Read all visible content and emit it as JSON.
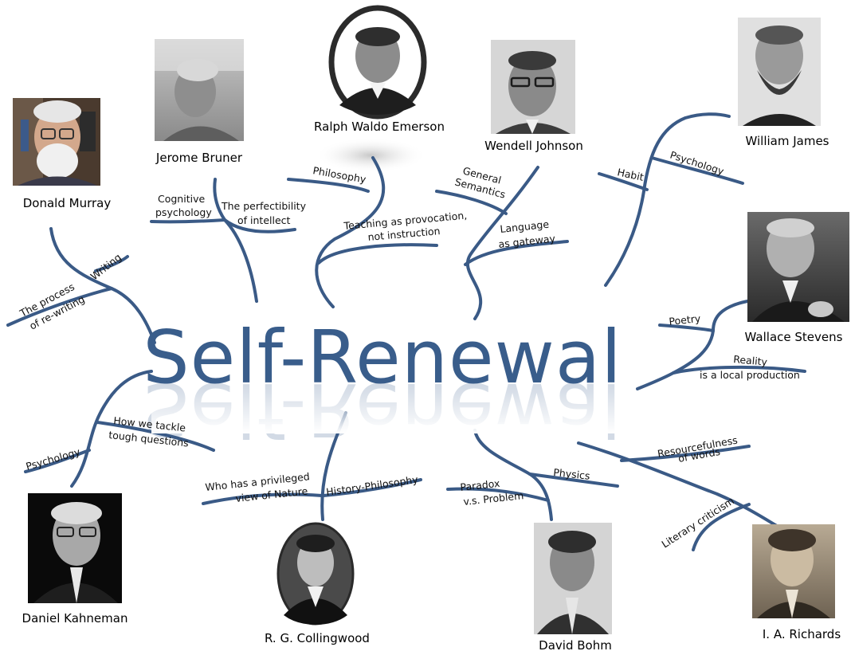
{
  "title": "Self-Renewal",
  "people": [
    {
      "id": "donald-murray",
      "name": "Donald Murray"
    },
    {
      "id": "jerome-bruner",
      "name": "Jerome Bruner"
    },
    {
      "id": "ralph-waldo-emerson",
      "name": "Ralph Waldo Emerson"
    },
    {
      "id": "wendell-johnson",
      "name": "Wendell Johnson"
    },
    {
      "id": "william-james",
      "name": "William James"
    },
    {
      "id": "wallace-stevens",
      "name": "Wallace Stevens"
    },
    {
      "id": "daniel-kahneman",
      "name": "Daniel Kahneman"
    },
    {
      "id": "rg-collingwood",
      "name": "R. G. Collingwood"
    },
    {
      "id": "david-bohm",
      "name": "David Bohm"
    },
    {
      "id": "ia-richards",
      "name": "I. A. Richards"
    }
  ],
  "labels": {
    "writing": "Writing",
    "process": "The process",
    "rewriting": "of re-writing",
    "cognitive": "Cognitive",
    "psychology_cog": "psychology",
    "perfectibility": "The perfectibility",
    "of_intellect": "of intellect",
    "philosophy": "Philosophy",
    "teaching": "Teaching as provocation,",
    "not_instruction": "not instruction",
    "general": "General",
    "semantics": "Semantics",
    "language": "Language",
    "as_gateway": "as gateway",
    "habit": "Habit",
    "psychology_james": "Psychology",
    "poetry": "Poetry",
    "reality": "Reality",
    "local_production": "is a local production",
    "psychology_kahneman": "Psychology",
    "how_we_tackle": "How we tackle",
    "tough_questions": "tough questions",
    "who_has": "Who has a privileged",
    "view_nature": "view of Nature",
    "history_philosophy": "History-Philosophy",
    "physics": "Physics",
    "paradox": "Paradox",
    "vs_problem": "v.s. Problem",
    "resourcefulness": "Resourcefulness",
    "of_words": "of words",
    "literary_criticism": "Literary criticism"
  }
}
